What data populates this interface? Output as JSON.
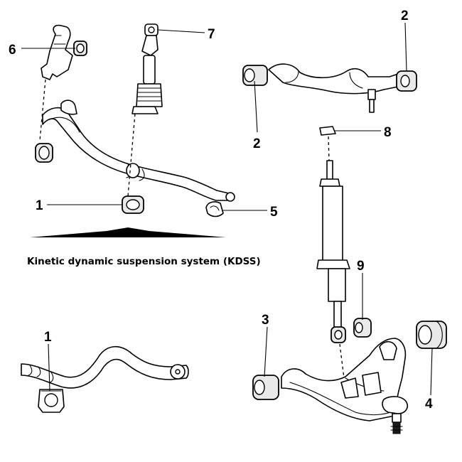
{
  "caption": "Kinetic dynamic suspension system (KDSS)",
  "callouts": [
    {
      "id": "c6",
      "label": "6"
    },
    {
      "id": "c7",
      "label": "7"
    },
    {
      "id": "c2a",
      "label": "2"
    },
    {
      "id": "c2b",
      "label": "2"
    },
    {
      "id": "c8",
      "label": "8"
    },
    {
      "id": "c1a",
      "label": "1"
    },
    {
      "id": "c5",
      "label": "5"
    },
    {
      "id": "c9",
      "label": "9"
    },
    {
      "id": "c3",
      "label": "3"
    },
    {
      "id": "c1b",
      "label": "1"
    },
    {
      "id": "c4",
      "label": "4"
    }
  ]
}
